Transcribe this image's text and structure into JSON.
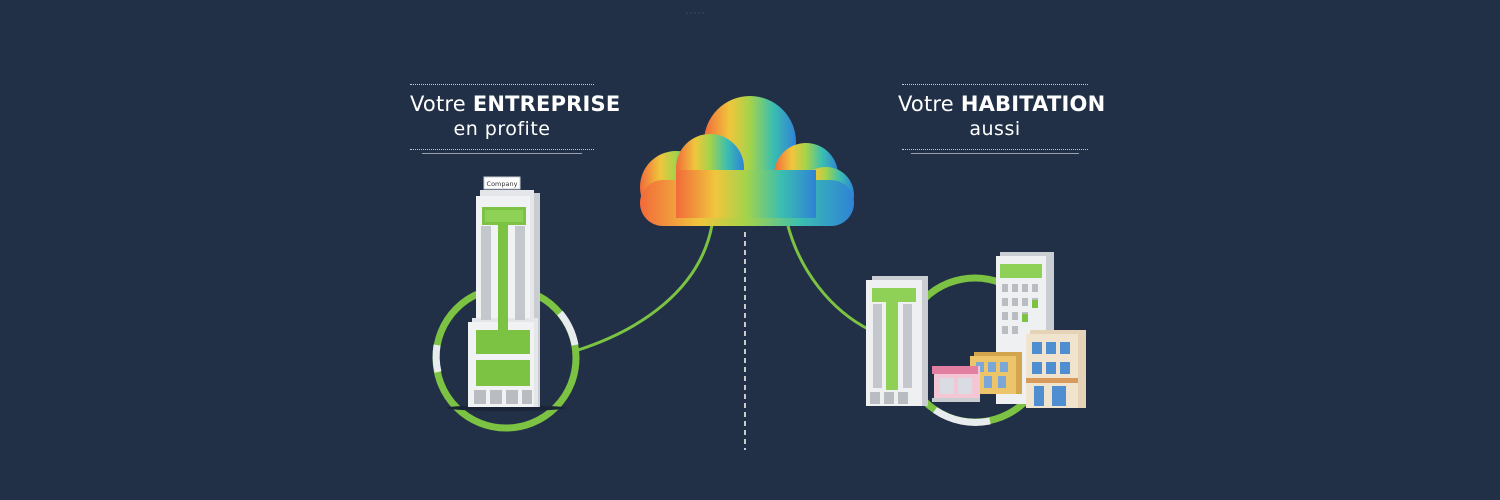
{
  "left_caption": {
    "prefix": "Votre",
    "highlight": "ENTREPRISE",
    "second_line": "en profite"
  },
  "right_caption": {
    "prefix": "Votre",
    "highlight": "HABITATION",
    "second_line": "aussi"
  },
  "company_sign": "Company",
  "colors": {
    "background": "#213046",
    "accent_green": "#7cc243",
    "cloud_gradient": [
      "#f26a3b",
      "#f0c63c",
      "#a4d34a",
      "#3bbfb0",
      "#2f82d6"
    ]
  }
}
